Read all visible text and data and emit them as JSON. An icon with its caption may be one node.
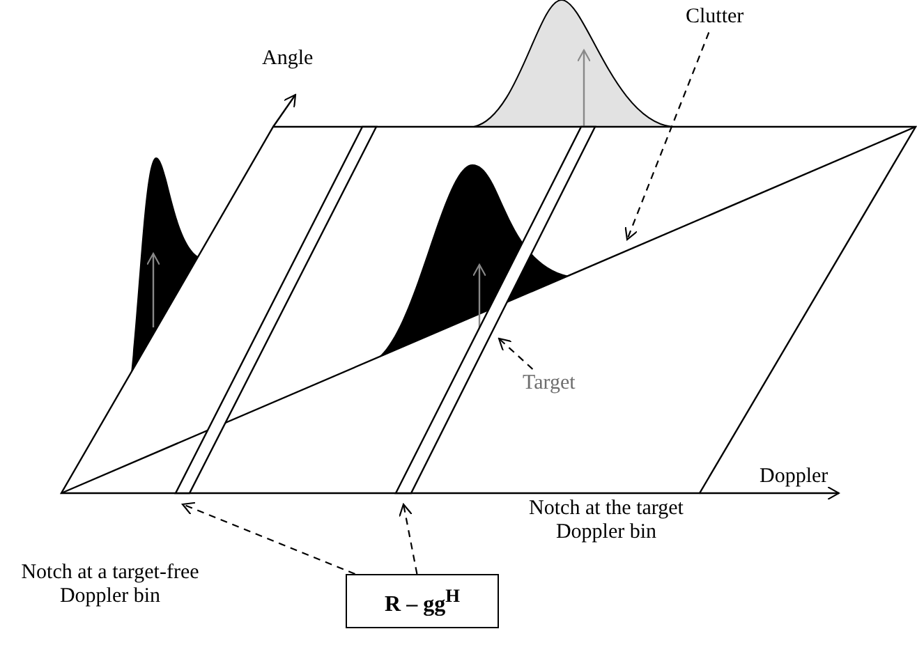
{
  "diagram": {
    "nodes": [
      {
        "text": [
          "Clutter"
        ]
      },
      {
        "text": [
          "Target"
        ]
      },
      {
        "text": [],
        "shape": "bar"
      },
      {
        "text": [],
        "shape": "bar"
      },
      {
        "text": [
          "R – gg$^{H}$"
        ]
      }
    ],
    "edges": [
      {
        "from": 0,
        "to": null,
        "arrow": "to",
        "style": "dashed"
      },
      {
        "from": 1,
        "to": 3,
        "arrow": "to",
        "style": "dashed"
      },
      {
        "from": 4,
        "to": 2,
        "arrow": "to",
        "style": "dashed"
      },
      {
        "from": 4,
        "to": 3,
        "arrow": "to",
        "style": "dashed"
      }
    ],
    "labels": [
      "Angle",
      "Doppler",
      "Notch at the target Doppler bin",
      "Notch at a target-free Doppler bin"
    ]
  }
}
